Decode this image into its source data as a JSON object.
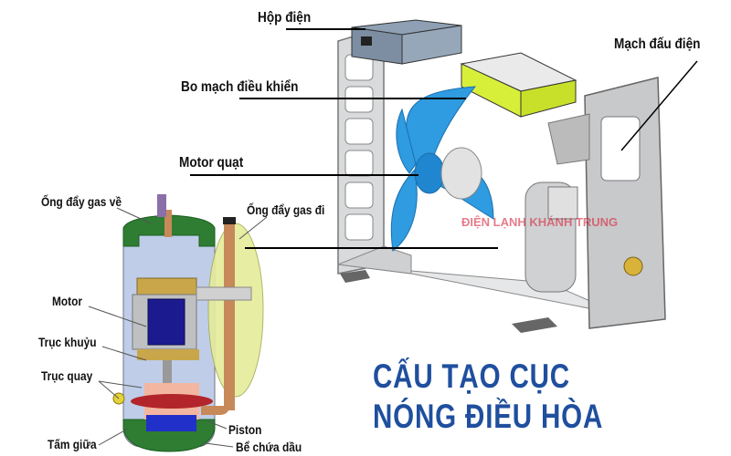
{
  "title": {
    "line1": "CẤU TẠO CỤC",
    "line2": "NÓNG ĐIỀU HÒA"
  },
  "watermark": "ĐIỆN LẠNH KHÁNH TRUNG",
  "labels": {
    "hop_dien": "Hộp điện",
    "mach_dau_dien": "Mạch đấu điện",
    "bo_mach": "Bo mạch điều khiển",
    "motor_quat": "Motor quạt",
    "ong_gas_ve": "Ống đẩy gas về",
    "ong_gas_di": "Ống đẩy gas đi",
    "motor": "Motor",
    "truc_khuyu": "Trục khuỷu",
    "truc_quay": "Trục quay",
    "tam_giua": "Tấm giữa",
    "piston": "Piston",
    "be_chua_dau": "Bể chứa dầu"
  },
  "colors": {
    "title": "#1f4f9e",
    "fan": "#2f9be0",
    "board": "#d8ef3a",
    "shell": "#2e7d32"
  }
}
